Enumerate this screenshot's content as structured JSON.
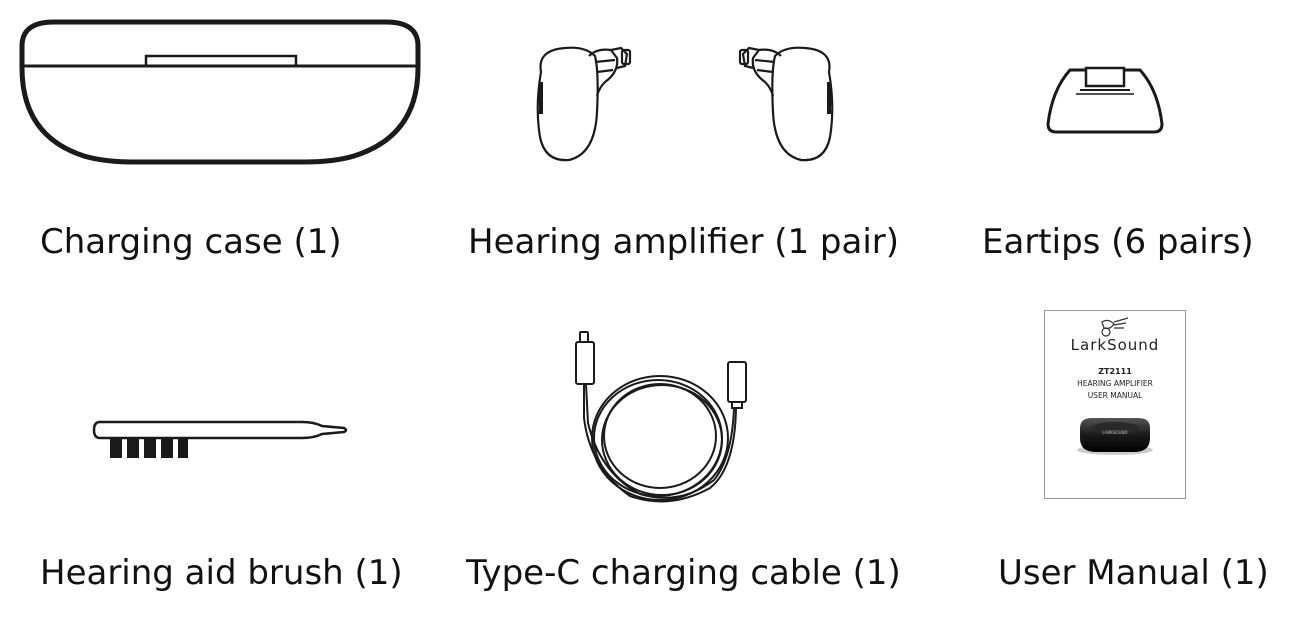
{
  "items": [
    {
      "caption": "Charging case (1)",
      "icon": "charging-case-icon"
    },
    {
      "caption": "Hearing amplifier (1 pair)",
      "icon": "hearing-amplifier-icon"
    },
    {
      "caption": "Eartips (6 pairs)",
      "icon": "eartip-icon"
    },
    {
      "caption": "Hearing aid brush (1)",
      "icon": "brush-icon"
    },
    {
      "caption": "Type-C charging cable (1)",
      "icon": "cable-icon"
    },
    {
      "caption": "User Manual (1)",
      "icon": "user-manual-icon"
    }
  ],
  "manual": {
    "brand": "LarkSound",
    "model": "ZT2111",
    "title": "HEARING AMPLIFIER",
    "subtitle": "USER MANUAL",
    "case_brand": "LARKSOUND"
  }
}
